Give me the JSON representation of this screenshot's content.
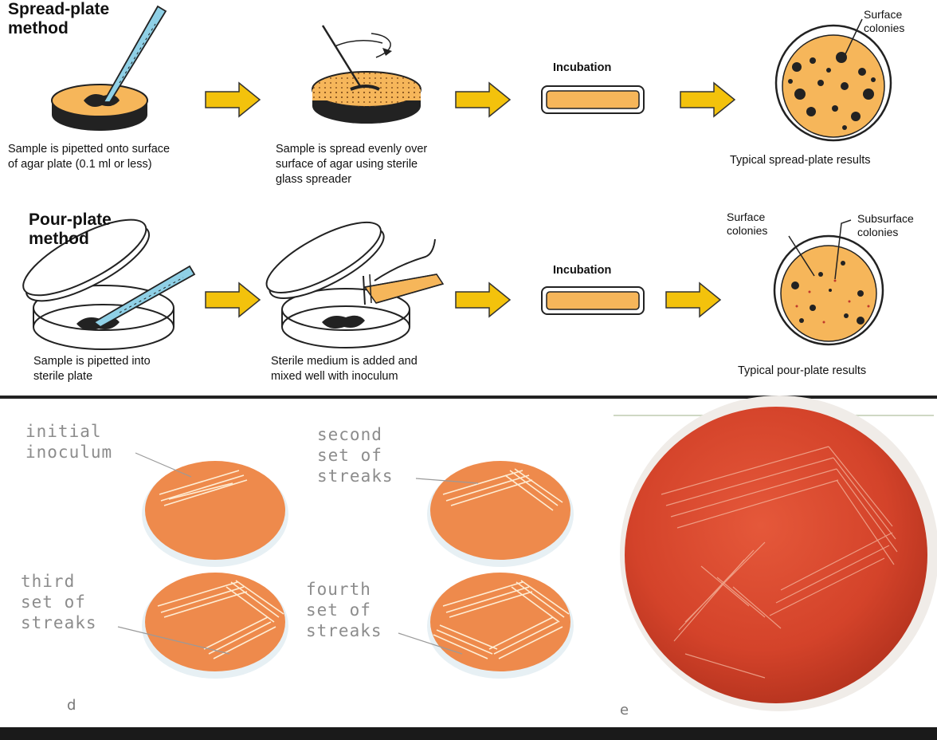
{
  "spread": {
    "heading_line1": "Spread-plate",
    "heading_line2": "method",
    "step1_line1": "Sample is pipetted onto surface",
    "step1_line2": "of agar plate (0.1 ml or less)",
    "step2_line1": "Sample is spread evenly over",
    "step2_line2": "surface of agar using sterile",
    "step2_line3": "glass spreader",
    "incubation": "Incubation",
    "result_label_line1": "Surface",
    "result_label_line2": "colonies",
    "result_caption": "Typical spread-plate results"
  },
  "pour": {
    "heading_line1": "Pour-plate",
    "heading_line2": "method",
    "step1_line1": "Sample is pipetted into",
    "step1_line2": "sterile plate",
    "step2_line1": "Sterile medium is added and",
    "step2_line2": "mixed well with inoculum",
    "incubation": "Incubation",
    "surface_label_line1": "Surface",
    "surface_label_line2": "colonies",
    "subsurface_label_line1": "Subsurface",
    "subsurface_label_line2": "colonies",
    "result_caption": "Typical pour-plate results"
  },
  "streak": {
    "initial_line1": "initial",
    "initial_line2": "inoculum",
    "second_line1": "second",
    "second_line2": "set of",
    "second_line3": "streaks",
    "third_line1": "third",
    "third_line2": "set of",
    "third_line3": "streaks",
    "fourth_line1": "fourth",
    "fourth_line2": "set of",
    "fourth_line3": "streaks",
    "panel_d": "d",
    "panel_e": "e"
  },
  "colors": {
    "agar": "#f6b65a",
    "arrow": "#f3c20c",
    "pipette": "#8fd0e6",
    "streak_plate": "#ee8a4c",
    "photo_plate": "#d9482a"
  }
}
